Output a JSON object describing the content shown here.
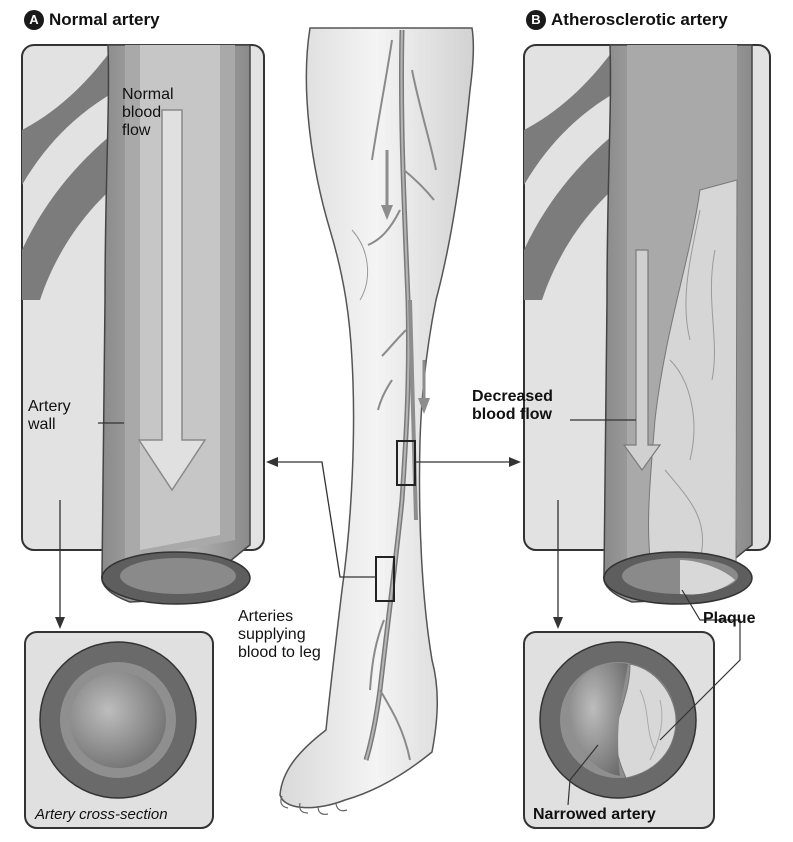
{
  "panel_a": {
    "badge": "A",
    "title": "Normal artery",
    "flow_label": "Normal\nblood\nflow",
    "wall_label": "Artery\nwall",
    "cross_section_label": "Artery cross-section"
  },
  "panel_b": {
    "badge": "B",
    "title": "Atherosclerotic artery",
    "flow_label": "Decreased\nblood flow",
    "plaque_label": "Plaque",
    "narrowed_label": "Narrowed artery"
  },
  "leg": {
    "arteries_label": "Arteries\nsupplying\nblood to leg"
  }
}
